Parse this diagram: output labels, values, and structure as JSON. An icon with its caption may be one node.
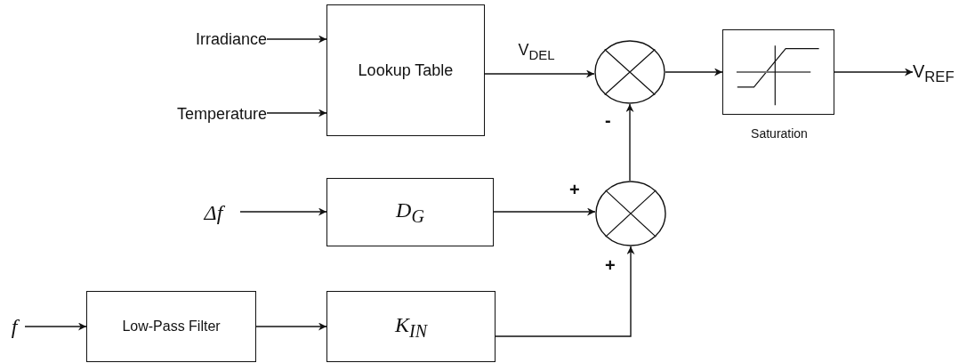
{
  "diagram": {
    "nodes": [
      {
        "text": [
          "Irradiance"
        ]
      },
      {
        "text": [
          "Temperature"
        ]
      },
      {
        "text": [
          "Lookup Table"
        ]
      },
      {
        "text": [],
        "shape": "circle"
      },
      {
        "text": [],
        "shape": "box",
        "beside": [
          "Saturation"
        ]
      },
      {
        "text": [
          "V$_{REF}$"
        ]
      },
      {
        "text": [
          "Δf"
        ]
      },
      {
        "text": [
          "D$_{G}$"
        ]
      },
      {
        "text": [],
        "shape": "circle"
      },
      {
        "text": [
          "f"
        ]
      },
      {
        "text": [
          "Low-Pass Filter"
        ]
      },
      {
        "text": [
          "K$_{IN}$"
        ]
      }
    ],
    "edges": [
      {
        "from": 0,
        "to": 2,
        "arrow": "to"
      },
      {
        "from": 1,
        "to": 2,
        "arrow": "to"
      },
      {
        "from": 2,
        "to": 3,
        "arrow": "to",
        "label": "V$_{DEL}$"
      },
      {
        "from": 3,
        "to": 4,
        "arrow": "to"
      },
      {
        "from": 4,
        "to": 5,
        "arrow": "to"
      },
      {
        "from": 6,
        "to": 7,
        "arrow": "to"
      },
      {
        "from": 7,
        "to": 8,
        "arrow": "to"
      },
      {
        "from": 9,
        "to": 10,
        "arrow": "to"
      },
      {
        "from": 10,
        "to": 11,
        "arrow": "to"
      },
      {
        "from": 11,
        "to": 8,
        "arrow": "to"
      },
      {
        "from": 8,
        "to": 3,
        "arrow": "to"
      }
    ],
    "labels": [
      "-",
      "+",
      "+"
    ]
  }
}
